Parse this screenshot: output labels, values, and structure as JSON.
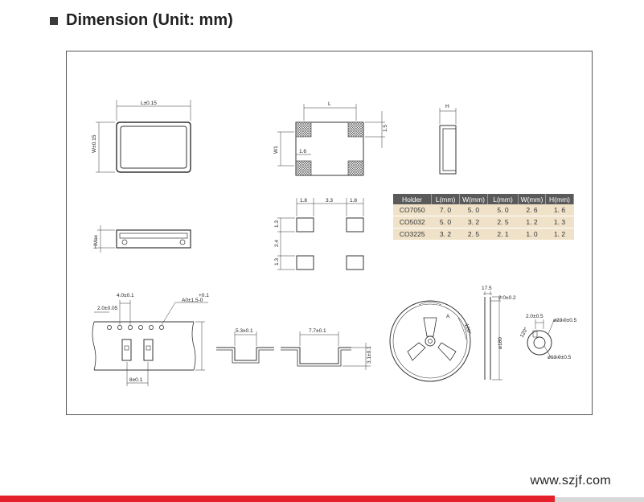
{
  "heading": {
    "title": "Dimension (Unit: mm)"
  },
  "drawing": {
    "labels": {
      "l_tol": "L±0.15",
      "w_tol": "W±0.15",
      "l": "L",
      "h": "H",
      "w1": "W1",
      "pad_len": "1.6",
      "pad_height": "1.5",
      "hmax": "HMax",
      "land_a": "1.8",
      "land_b": "3.3",
      "land_c": "1.8",
      "land_v1": "1.3",
      "land_v2": "2.4",
      "land_v3": "1.3",
      "tape_pitch": "4.0±0.1",
      "tape_hole": "2.0±0.05",
      "tape_tol": "+0.1",
      "tape_a": "A0±1.5-0",
      "tape_8": "8±0.1",
      "cav_53": "5.3±0.1",
      "cav_77": "7.7±0.1",
      "cav_31": "3.1±0.1",
      "reel_a": "A",
      "reel_120": "120°",
      "reel_175": "17.5",
      "reel_20": "2.0±0.2",
      "reel_180": "ø180",
      "hub_20": "2.0±0.5",
      "hub_230": "ø23.0±0.5",
      "hub_130": "ø13.0±0.5",
      "hub_120": "120°"
    }
  },
  "table": {
    "headers": [
      "Holder",
      "L(mm)",
      "W(mm)",
      "L(mm)",
      "W(mm)",
      "H(mm)"
    ],
    "rows": [
      [
        "CO7050",
        "7. 0",
        "5. 0",
        "5. 0",
        "2. 6",
        "1. 6"
      ],
      [
        "CO5032",
        "5. 0",
        "3. 2",
        "2. 5",
        "1. 2",
        "1. 3"
      ],
      [
        "CO3225",
        "3. 2",
        "2. 5",
        "2. 1",
        "1. 0",
        "1. 2"
      ]
    ]
  },
  "footer": {
    "website": "www.szjf.com"
  },
  "colors": {
    "accent_red": "#e4202a",
    "table_header": "#5a5a5a",
    "table_row": "#efe2c9"
  }
}
